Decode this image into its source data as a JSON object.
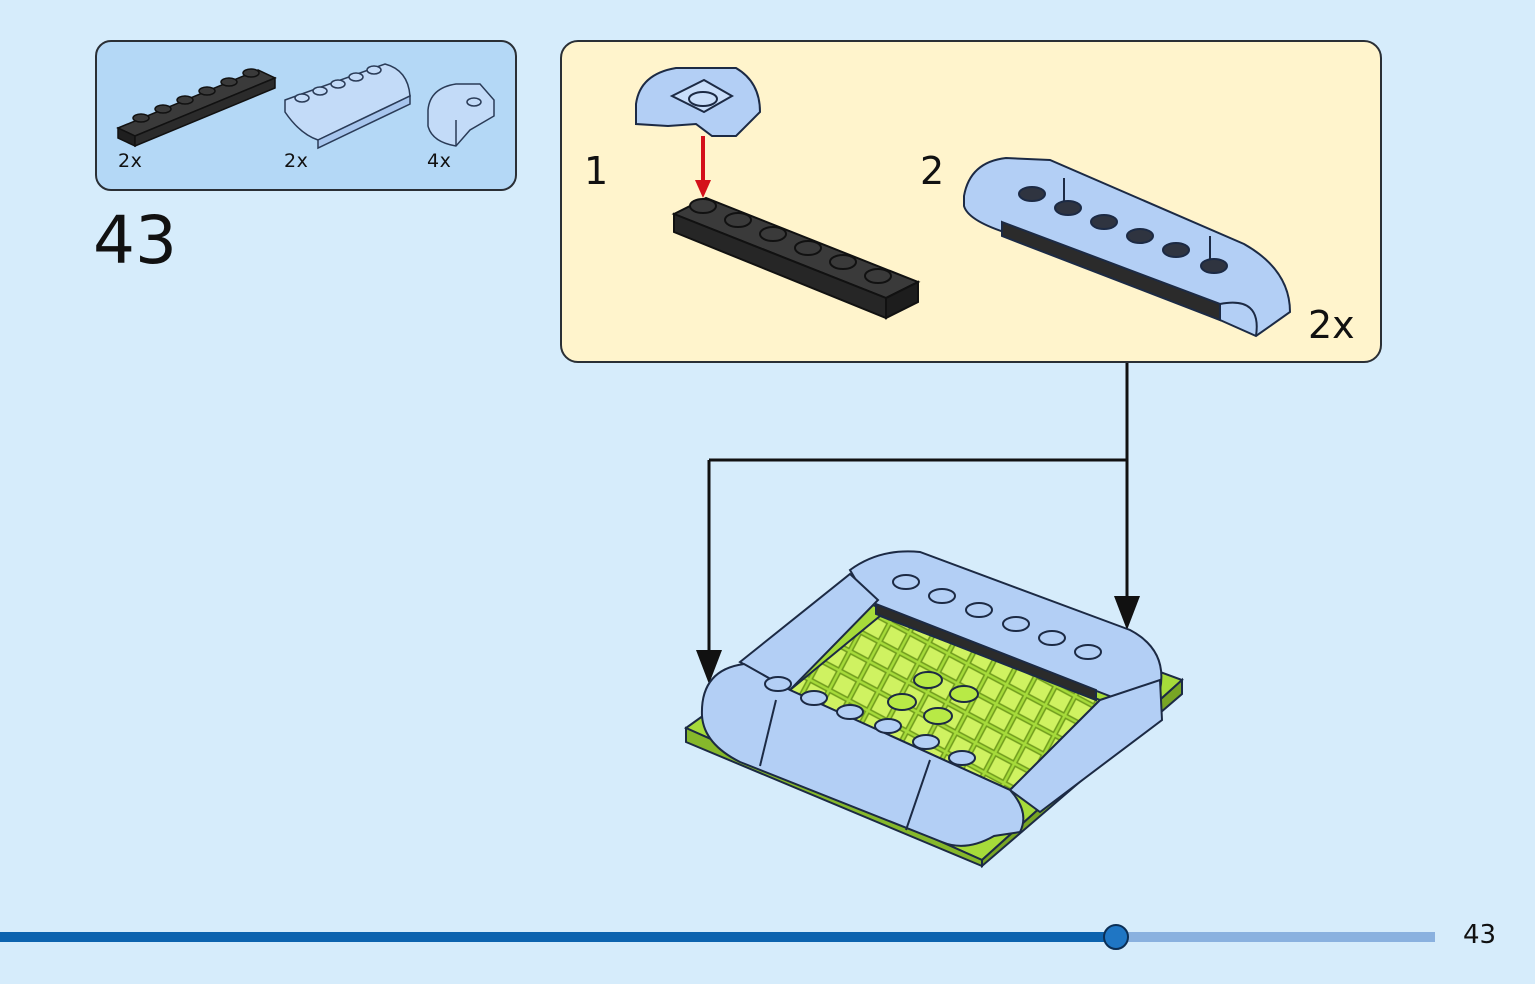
{
  "step": {
    "number": "43"
  },
  "parts": [
    {
      "name": "black-plate-1x6",
      "quantity": "2x"
    },
    {
      "name": "light-blue-curved-slope-1x6",
      "quantity": "2x"
    },
    {
      "name": "light-blue-curved-corner",
      "quantity": "4x"
    }
  ],
  "subassembly": {
    "steps": [
      "1",
      "2"
    ],
    "multiplier": "2x"
  },
  "footer": {
    "page_number": "43",
    "progress": 0.778
  },
  "colors": {
    "page_background": "#d6ecfb",
    "parts_box": "#b4d8f6",
    "subassembly_box": "#fff4cc",
    "brick_light_blue": "#b3cff5",
    "brick_black": "#2b2b2b",
    "baseplate_lime": "#a6db3a",
    "arrow_red": "#d4101a",
    "progress_fill": "#0d63ae",
    "progress_track": "#8ab1df"
  }
}
